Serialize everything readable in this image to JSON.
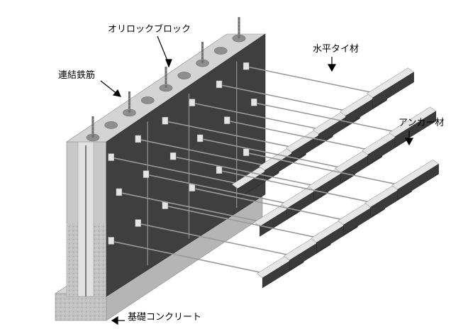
{
  "labels": {
    "block": "オリロックブロック",
    "tie_bar": "水平タイ材",
    "rebar": "連結鉄筋",
    "anchor": "アンカー材",
    "foundation": "基礎コンクリート"
  },
  "colors": {
    "wall_face": "#3f3f3f",
    "wall_top": "#d2d2d2",
    "wall_end": "#c4c4c4",
    "concrete": "#bdbdbd",
    "anchor_plate_top": "#e6e6e6",
    "anchor_plate_side": "#3a3a3a",
    "tie_rod": "#9a9a9a"
  }
}
